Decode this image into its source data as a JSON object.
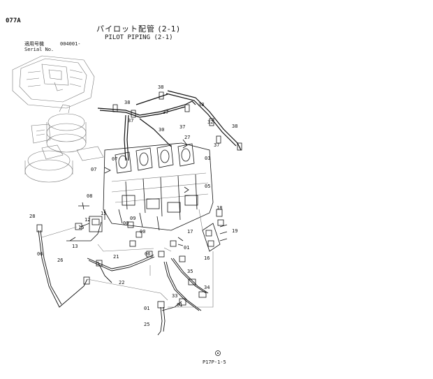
{
  "header": {
    "page_code": "077A",
    "title_jp": "パイロット配管 (2-1)",
    "title_en": "PILOT PIPING (2-1)",
    "serial_label_jp": "適用号機",
    "serial_value": "004001-",
    "serial_label_en": "Serial No."
  },
  "footer": {
    "page_ref": "P17P-1-5"
  },
  "callouts": {
    "c38a": "38",
    "c38b": "38",
    "c38c": "38",
    "c38d": "38",
    "c37a": "37",
    "c37b": "37",
    "c37c": "37",
    "c37d": "37",
    "c30": "30",
    "c32": "32",
    "c27": "27",
    "c07a": "07",
    "c07b": "07",
    "c03": "03",
    "c05": "05",
    "c08": "08",
    "c28": "28",
    "c15": "15",
    "c12": "12",
    "c16": "16",
    "c13": "13",
    "c26": "26",
    "c06a": "06",
    "c06b": "06",
    "c09": "09",
    "c00a": "00",
    "c00b": "00",
    "c21": "21",
    "c22": "22",
    "c01a": "01",
    "c01b": "01",
    "c01c": "01",
    "c17": "17",
    "c18": "18",
    "c19": "19",
    "c16b": "16",
    "c35": "35",
    "c34": "34",
    "c33": "33",
    "c25": "25"
  }
}
